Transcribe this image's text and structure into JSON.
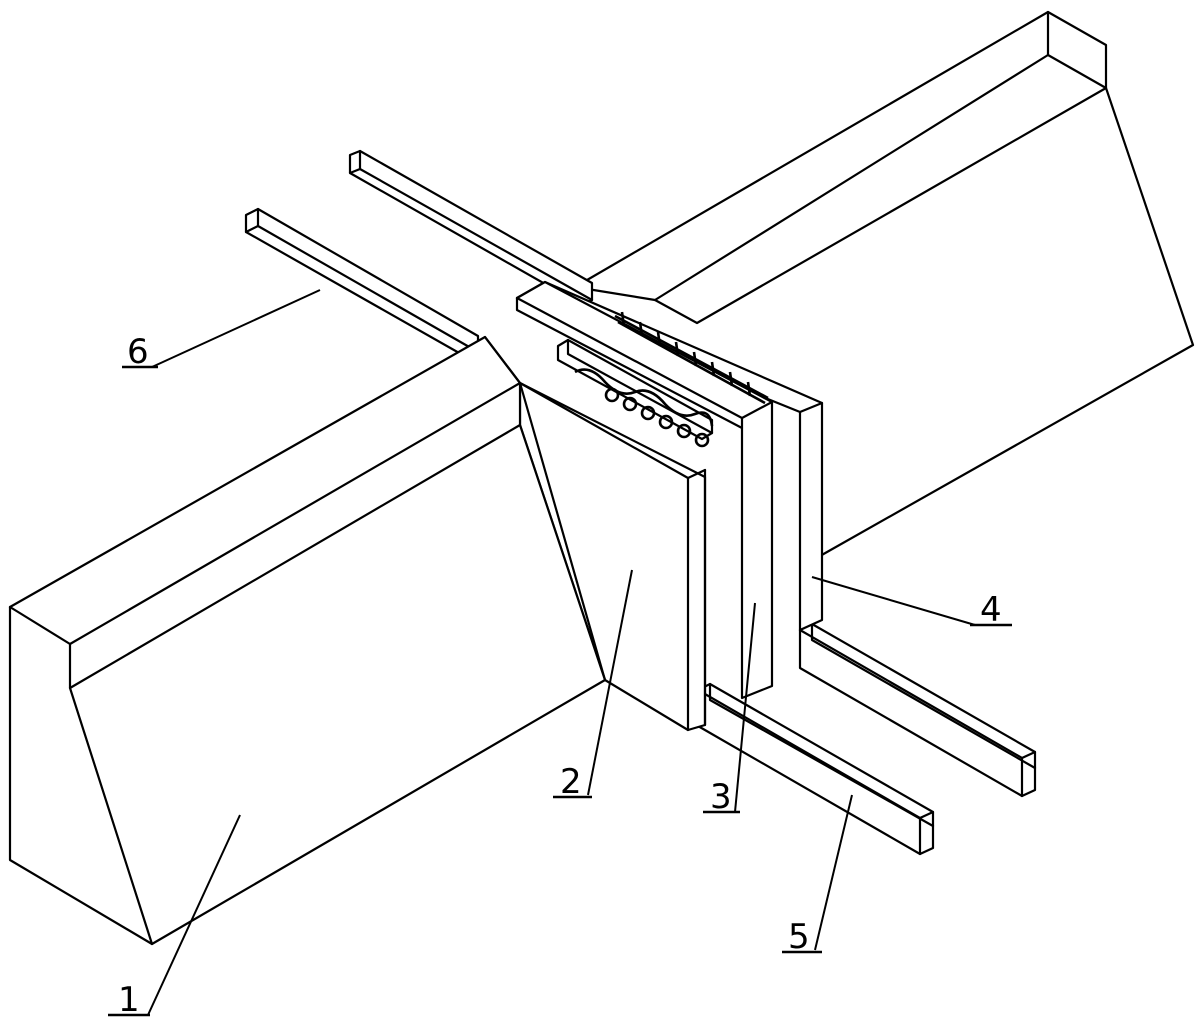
{
  "figure": {
    "labels": [
      {
        "id": "label-1",
        "text": "1"
      },
      {
        "id": "label-2",
        "text": "2"
      },
      {
        "id": "label-3",
        "text": "3"
      },
      {
        "id": "label-4",
        "text": "4"
      },
      {
        "id": "label-5",
        "text": "5"
      },
      {
        "id": "label-6",
        "text": "6"
      }
    ]
  },
  "colors": {
    "stroke": "#000000",
    "background": "#ffffff"
  }
}
